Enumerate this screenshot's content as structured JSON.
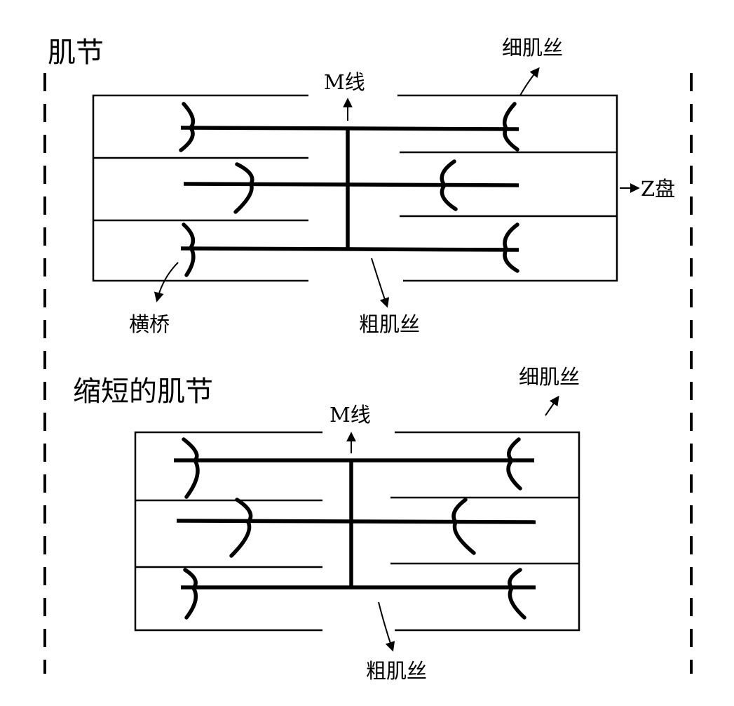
{
  "colors": {
    "ink": "#000000",
    "background": "#ffffff"
  },
  "relaxed": {
    "title": "肌节",
    "m_line": "M线",
    "thin_filament": "细肌丝",
    "z_disc": "Z盘",
    "cross_bridge": "横桥",
    "thick_filament": "粗肌丝"
  },
  "contracted": {
    "title": "缩短的肌节",
    "m_line": "M线",
    "thin_filament": "细肌丝",
    "thick_filament": "粗肌丝"
  }
}
